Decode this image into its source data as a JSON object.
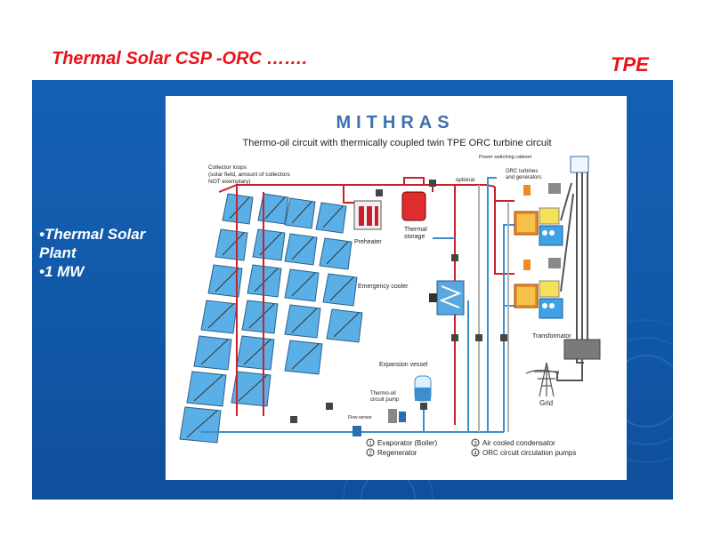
{
  "slide": {
    "title": "Thermal Solar CSP -ORC …….",
    "brand": "TPE",
    "bullets": [
      "•Thermal Solar",
      "Plant",
      "•1 MW"
    ]
  },
  "diagram": {
    "logo": "MITHRAS",
    "heading": "Thermo-oil circuit with thermically coupled twin TPE ORC turbine circuit",
    "labels": {
      "collector_line1": "Collector loops",
      "collector_line2": "(solar field, amount of collectors",
      "collector_line3": "NOT exemplary)",
      "optional": "optional",
      "power_cabinet": "Power switching cabinet",
      "orc_line1": "ORC turbines",
      "orc_line2": "and generators",
      "preheater": "Preheater",
      "thermal_line1": "Thermal",
      "thermal_line2": "storage",
      "emergency_cooler": "Emergency cooler",
      "transformator": "Transformator",
      "expansion_vessel": "Expansion vessel",
      "pump_line1": "Thermo-oil",
      "pump_line2": "circuit pump",
      "flow_sensor": "Flow sensor",
      "grid": "Grid"
    },
    "legend": [
      {
        "num": "1",
        "text": "Evaporator (Boiler)"
      },
      {
        "num": "2",
        "text": "Regenerator"
      },
      {
        "num": "3",
        "text": "Air cooled condensator"
      },
      {
        "num": "4",
        "text": "ORC circuit circulation pumps"
      }
    ],
    "colors": {
      "hot_pipe": "#c8202c",
      "cold_pipe": "#3a8fd0",
      "collector": "#5ab0e6",
      "band": "#1560b4",
      "title_red": "#e8141a"
    }
  }
}
